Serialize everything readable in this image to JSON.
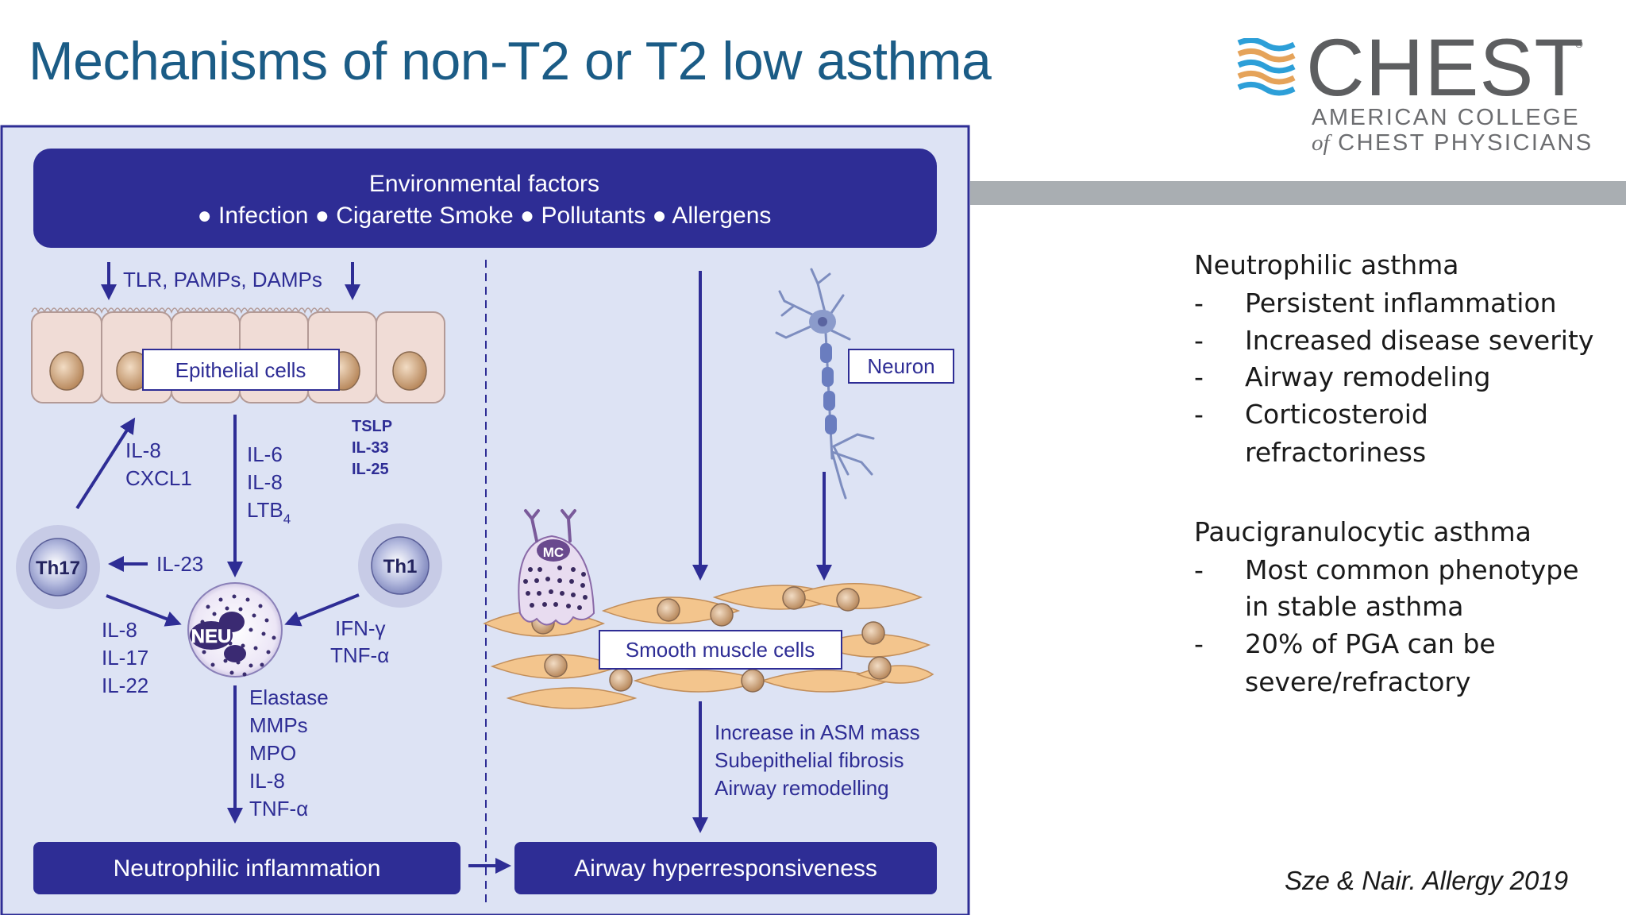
{
  "slide": {
    "title": "Mechanisms of non-T2 or T2 low asthma",
    "citation": "Sze & Nair. Allergy 2019"
  },
  "logo": {
    "word": "CHEST",
    "registered": "®",
    "line1": "AMERICAN COLLEGE",
    "line2_of": "of",
    "line2_rest": "CHEST PHYSICIANS",
    "colors": {
      "blue": "#2d9fd8",
      "orange": "#e5a35a",
      "gray": "#5d5e60"
    }
  },
  "notes": {
    "neutrophilic": {
      "heading": "Neutrophilic asthma",
      "items": [
        {
          "bullet": "-",
          "lines": [
            "Persistent inflammation"
          ]
        },
        {
          "bullet": "-",
          "lines": [
            "Increased disease severity"
          ]
        },
        {
          "bullet": "-",
          "lines": [
            "Airway remodeling"
          ]
        },
        {
          "bullet": "-",
          "lines": [
            "Corticosteroid",
            "refractoriness"
          ]
        }
      ]
    },
    "paucigranulocytic": {
      "heading": "Paucigranulocytic asthma",
      "items": [
        {
          "bullet": "-",
          "lines": [
            "Most common phenotype",
            "in stable asthma"
          ]
        },
        {
          "bullet": "-",
          "lines": [
            "20% of PGA can be",
            "severe/refractory"
          ]
        }
      ]
    }
  },
  "diagram": {
    "colors": {
      "background": "#dde3f4",
      "navy": "#2e2d95",
      "cell": "#f0dcd6",
      "smooth": "#f3c58d",
      "nucleus": "#c79760"
    },
    "environment": {
      "title": "Environmental factors",
      "factors": "● Infection ● Cigarette Smoke ● Pollutants ● Allergens"
    },
    "receptors": "TLR, PAMPs, DAMPs",
    "epithelial_label": "Epithelial cells",
    "il8_cxcl1": [
      "IL-8",
      "CXCL1"
    ],
    "il6_il8_ltb4": [
      "IL-6",
      "IL-8",
      "LTB",
      "4"
    ],
    "tslp": [
      "TSLP",
      "IL-33",
      "IL-25"
    ],
    "th17": "Th17",
    "th1": "Th1",
    "il23": "IL-23",
    "neu": "NEU",
    "il_17_group": [
      "IL-8",
      "IL-17",
      "IL-22"
    ],
    "ifn_group": [
      "IFN-γ",
      "TNF-α"
    ],
    "neu_products": [
      "Elastase",
      "MMPs",
      "MPO",
      "IL-8",
      "TNF-α"
    ],
    "mc": "MC",
    "neuron": "Neuron",
    "smooth_label": "Smooth muscle cells",
    "remodel": [
      "Increase in ASM mass",
      "Subepithelial fibrosis",
      "Airway remodelling"
    ],
    "outcome_left": "Neutrophilic inflammation",
    "outcome_right": "Airway hyperresponsiveness"
  }
}
